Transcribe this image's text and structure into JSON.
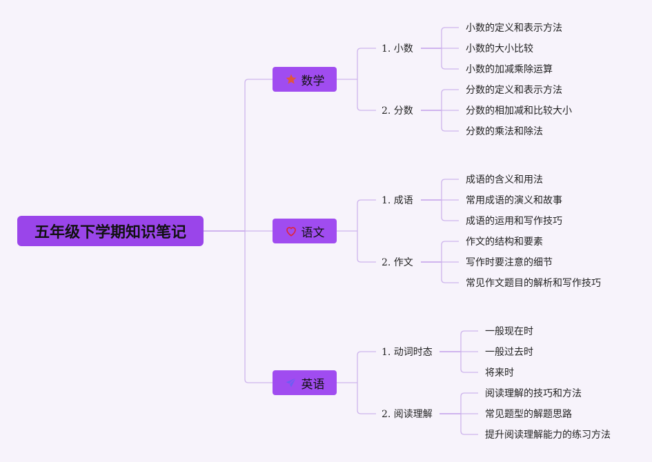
{
  "root": {
    "label": "五年级下学期知识笔记"
  },
  "colors": {
    "root_bg": "#9a45ea",
    "branch_bg": "#a04cf0",
    "line": "#cdb4ec",
    "accent_line": "#b78de6"
  },
  "branches": [
    {
      "label": "数学",
      "icon": "star-icon",
      "subs": [
        {
          "label": "1. 小数",
          "leaves": [
            "小数的定义和表示方法",
            "小数的大小比较",
            "小数的加减乘除运算"
          ]
        },
        {
          "label": "2. 分数",
          "leaves": [
            "分数的定义和表示方法",
            "分数的相加减和比较大小",
            "分数的乘法和除法"
          ]
        }
      ]
    },
    {
      "label": "语文",
      "icon": "heart-icon",
      "subs": [
        {
          "label": "1. 成语",
          "leaves": [
            "成语的含义和用法",
            "常用成语的演义和故事",
            "成语的运用和写作技巧"
          ]
        },
        {
          "label": "2. 作文",
          "leaves": [
            "作文的结构和要素",
            "写作时要注意的细节",
            "常见作文题目的解析和写作技巧"
          ]
        }
      ]
    },
    {
      "label": "英语",
      "icon": "send-icon",
      "subs": [
        {
          "label": "1. 动词时态",
          "leaves": [
            "一般现在时",
            "一般过去时",
            "将来时"
          ]
        },
        {
          "label": "2. 阅读理解",
          "leaves": [
            "阅读理解的技巧和方法",
            "常见题型的解题思路",
            "提升阅读理解能力的练习方法"
          ]
        }
      ]
    }
  ]
}
